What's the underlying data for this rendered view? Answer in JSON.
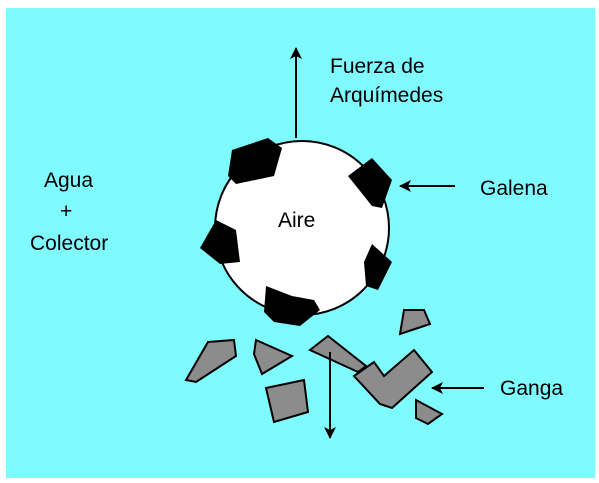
{
  "labels": {
    "force_line1": "Fuerza de",
    "force_line2": "Arquímedes",
    "medium_line1": "Agua",
    "medium_line2": "+",
    "medium_line3": "Colector",
    "bubble": "Aire",
    "mineral": "Galena",
    "waste": "Ganga"
  },
  "colors": {
    "background": "#7ffbff",
    "bubble_fill": "#ffffff",
    "galena_fill": "#000000",
    "ganga_fill": "#8c8c8c",
    "outline": "#000000"
  }
}
